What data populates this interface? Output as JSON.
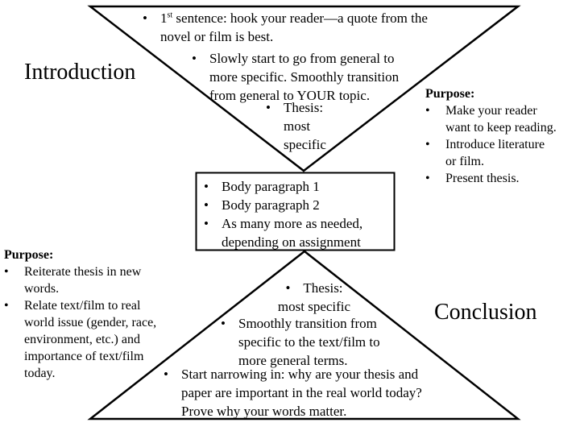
{
  "bullet": "•",
  "colors": {
    "ink": "#000000",
    "paper": "#ffffff"
  },
  "introduction": {
    "label": "Introduction",
    "hook": {
      "num": "1",
      "ordinal": "st",
      "text": " sentence: hook your reader—a quote from the\nnovel or film is best."
    },
    "transition": "Slowly start to go from general to\nmore specific. Smoothly transition\nfrom general to YOUR topic.",
    "thesis": "Thesis:\nmost\nspecific",
    "purpose": {
      "heading": "Purpose:",
      "items": [
        "Make your reader\nwant to keep reading.",
        "Introduce literature\nor film.",
        "Present thesis."
      ]
    }
  },
  "body": {
    "items": [
      "Body paragraph 1",
      "Body paragraph 2",
      "As many more as needed,\ndepending on assignment"
    ]
  },
  "conclusion": {
    "label": "Conclusion",
    "thesis_line1": "Thesis:",
    "thesis_line2": "most specific",
    "transition": "Smoothly transition from\nspecific to the text/film to\nmore general terms.",
    "narrowing": "Start narrowing in: why are your thesis and\npaper are important in the real world today?\nProve why your words matter.",
    "purpose": {
      "heading": "Purpose:",
      "items": [
        "Reiterate thesis in new\nwords.",
        "Relate text/film to real\nworld issue (gender, race,\nenvironment, etc.) and\nimportance of text/film\ntoday."
      ]
    }
  }
}
